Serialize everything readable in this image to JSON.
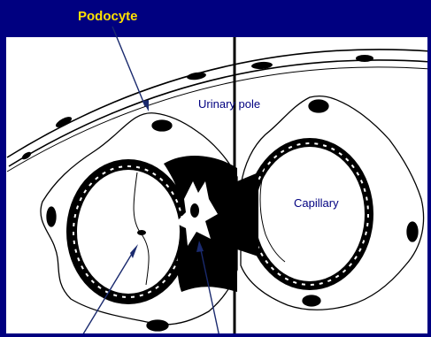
{
  "title": "Podocyte",
  "labels": {
    "urinary_pole": "Urinary pole",
    "capillary": "Capillary"
  },
  "colors": {
    "frame": "#000080",
    "title_text": "#ffe000",
    "label_text": "#000080",
    "ink": "#000000",
    "pointer": "#1a2a6e"
  }
}
